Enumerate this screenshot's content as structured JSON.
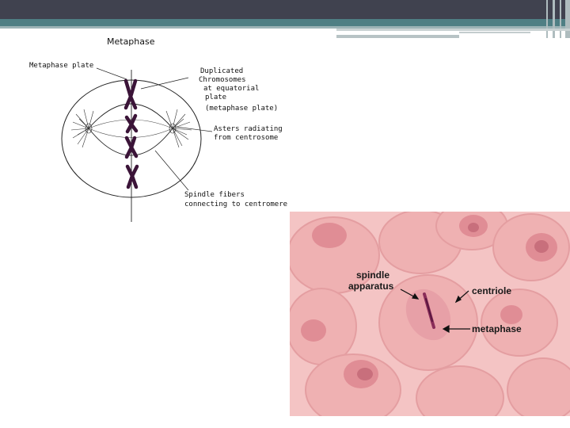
{
  "theme": {
    "header_dark": "#40424f",
    "header_teal": "#4f7f84",
    "chromosome": "#3b1438",
    "tissue_pink": "#f1b6b6"
  },
  "diagram": {
    "title": "Metaphase",
    "labels": {
      "metaphase_plate": "Metaphase plate",
      "dup_line1": "Duplicated",
      "dup_line2": "Chromosomes",
      "dup_line3": "at equatorial",
      "dup_line4": "plate",
      "dup_line5": "(metaphase plate)",
      "asters_line1": "Asters radiating",
      "asters_line2": "from centrosome",
      "spindle_line1": "Spindle fibers",
      "spindle_line2": "connecting to centromere"
    }
  },
  "micrograph": {
    "labels": {
      "spindle_line1": "spindle",
      "spindle_line2": "apparatus",
      "centriole": "centriole",
      "metaphase": "metaphase"
    }
  }
}
